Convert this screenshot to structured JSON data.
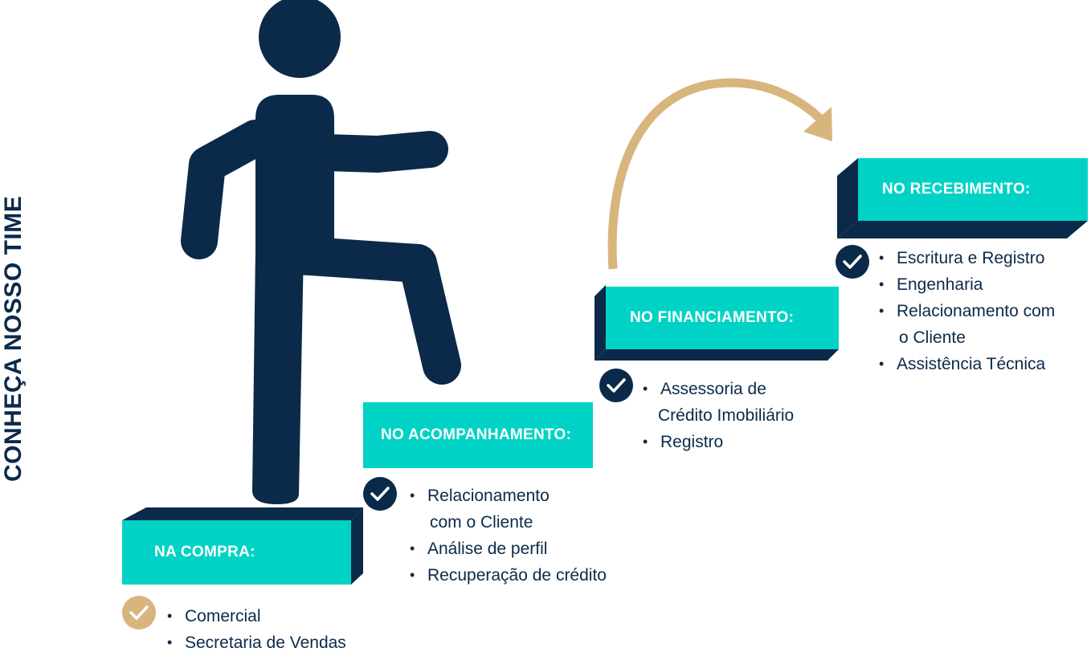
{
  "title": "CONHEÇA NOSSO TIME",
  "colors": {
    "navy": "#0b2a4a",
    "teal": "#00d3c5",
    "gold": "#d8b57d",
    "white": "#ffffff"
  },
  "steps": [
    {
      "label": "NA COMPRA:",
      "check_color": "gold",
      "items": [
        {
          "lines": [
            "Comercial"
          ]
        },
        {
          "lines": [
            "Secretaria de Vendas"
          ]
        }
      ]
    },
    {
      "label": "NO ACOMPANHAMENTO:",
      "check_color": "navy",
      "items": [
        {
          "lines": [
            "Relacionamento",
            "com o Cliente"
          ]
        },
        {
          "lines": [
            "Análise de perfil"
          ]
        },
        {
          "lines": [
            "Recuperação de crédito"
          ]
        }
      ]
    },
    {
      "label": "NO FINANCIAMENTO:",
      "check_color": "navy",
      "items": [
        {
          "lines": [
            "Assessoria de",
            "Crédito Imobiliário"
          ]
        },
        {
          "lines": [
            "Registro"
          ]
        }
      ]
    },
    {
      "label": "NO RECEBIMENTO:",
      "check_color": "navy",
      "items": [
        {
          "lines": [
            "Escritura e Registro"
          ]
        },
        {
          "lines": [
            "Engenharia"
          ]
        },
        {
          "lines": [
            "Relacionamento com",
            "o Cliente"
          ]
        },
        {
          "lines": [
            "Assistência Técnica"
          ]
        }
      ]
    }
  ],
  "icons": {
    "person": "person-climbing-stairs-icon",
    "arrow": "curved-arrow-icon",
    "check": "checkmark-circle-icon"
  }
}
